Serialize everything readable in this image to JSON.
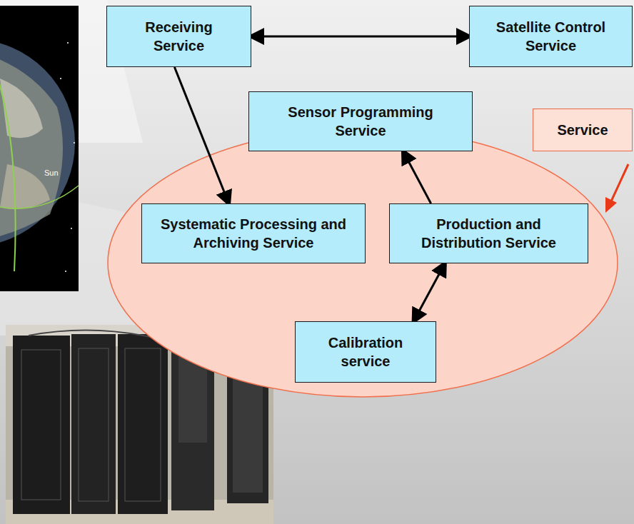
{
  "diagram": {
    "nodes": [
      {
        "text": [
          "Receiving Service"
        ]
      },
      {
        "text": [
          "Satellite Control Service"
        ]
      },
      {
        "text": [
          "Sensor Programming Service"
        ]
      },
      {
        "text": [
          "Service"
        ]
      },
      {
        "text": [
          "Systematic Processing and Archiving Service"
        ]
      },
      {
        "text": [
          "Production and Distribution Service"
        ]
      },
      {
        "text": [
          "Calibration service"
        ]
      }
    ],
    "edges": [
      {
        "from": 0,
        "to": 1,
        "arrow": "both"
      },
      {
        "from": 0,
        "to": 4,
        "arrow": "to"
      },
      {
        "from": 5,
        "to": 2,
        "arrow": "to"
      },
      {
        "from": 5,
        "to": 6,
        "arrow": "both"
      }
    ],
    "labels": [
      "Sun"
    ]
  }
}
